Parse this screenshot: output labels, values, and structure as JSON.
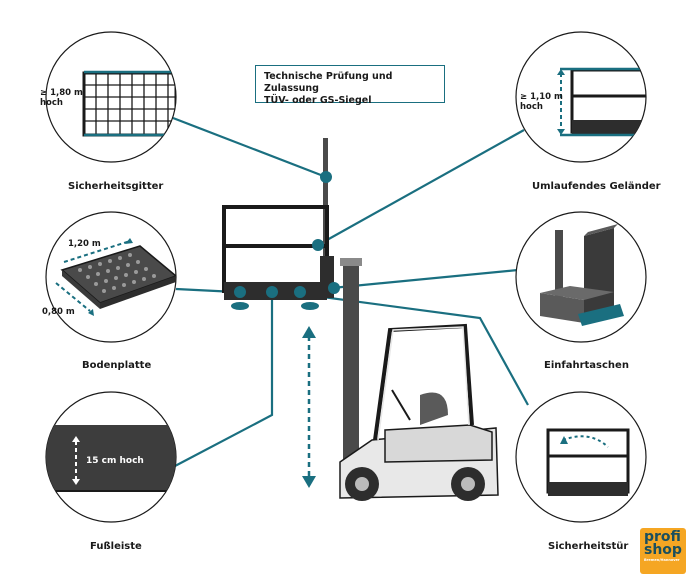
{
  "header": {
    "line1": "Technische Prüfung und Zulassung",
    "line2": "TÜV- oder GS-Siegel"
  },
  "features": {
    "sicherheitsgitter": {
      "label": "Sicherheitsgitter",
      "dimension_line1": "≥ 1,80 m",
      "dimension_line2": "hoch"
    },
    "gelaender": {
      "label": "Umlaufendes Geländer",
      "dimension_line1": "≥ 1,10 m",
      "dimension_line2": "hoch"
    },
    "bodenplatte": {
      "label": "Bodenplatte",
      "dim_width": "1,20 m",
      "dim_depth": "0,80 m"
    },
    "einfahrtaschen": {
      "label": "Einfahrtaschen"
    },
    "fussleiste": {
      "label": "Fußleiste",
      "dimension": "15 cm hoch"
    },
    "sicherheitstuer": {
      "label": "Sicherheitstür"
    }
  },
  "logo": {
    "line1": "profi",
    "line2": "shop",
    "tagline": "Bremen/Hannover"
  },
  "colors": {
    "accent": "#1a6f80",
    "dark": "#2d2d2d",
    "forklift": "#e8e8e8",
    "logo": "#f5a623"
  }
}
